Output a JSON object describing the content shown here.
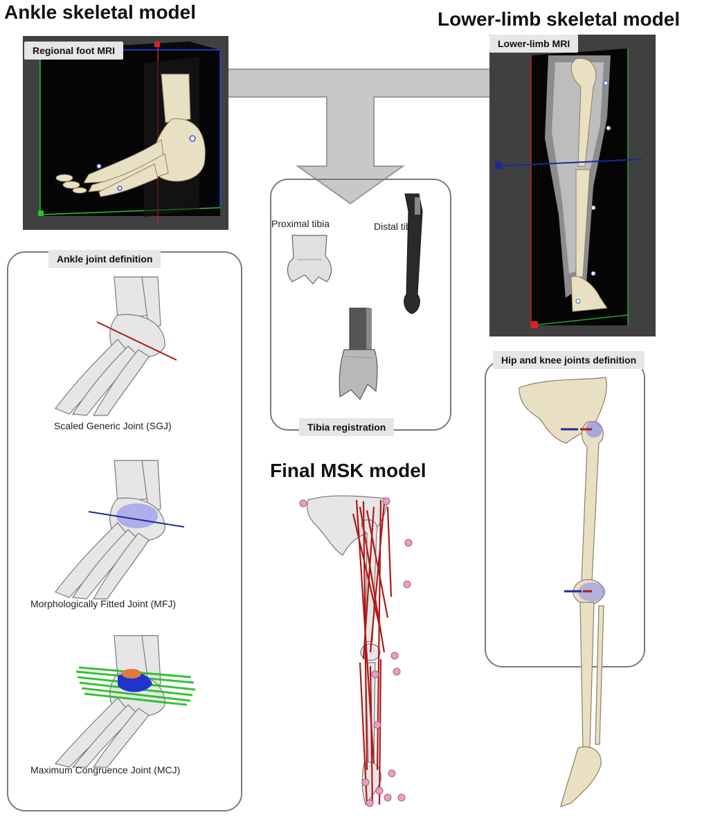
{
  "titles": {
    "ankle": "Ankle skeletal model",
    "lowerlimb": "Lower-limb skeletal model",
    "final": "Final MSK model"
  },
  "tags": {
    "regional_foot_mri": "Regional foot MRI",
    "lower_limb_mri": "Lower-limb MRI",
    "ankle_joint_definition": "Ankle joint definition",
    "tibia_registration": "Tibia registration",
    "hip_knee_definition": "Hip and knee joints definition"
  },
  "labels": {
    "proximal_tibia": "Proximal tibia",
    "distal_tibia": "Distal tibia",
    "sgj": "Scaled Generic Joint (SGJ)",
    "mfj": "Morphologically Fitted Joint (MFJ)",
    "mcj": "Maximum Congruence Joint (MCJ)"
  },
  "colors": {
    "mri_background": "#3e3e3e",
    "bone": "#e9e0c4",
    "bone_grey": "#dcdcdc",
    "arrow_fill": "#c8c8c8",
    "muscle": "#b01818",
    "marker": "#e8a0c0",
    "axis_red": "#b01818",
    "axis_blue": "#1a2a9a",
    "axis_green": "#22aa22"
  }
}
